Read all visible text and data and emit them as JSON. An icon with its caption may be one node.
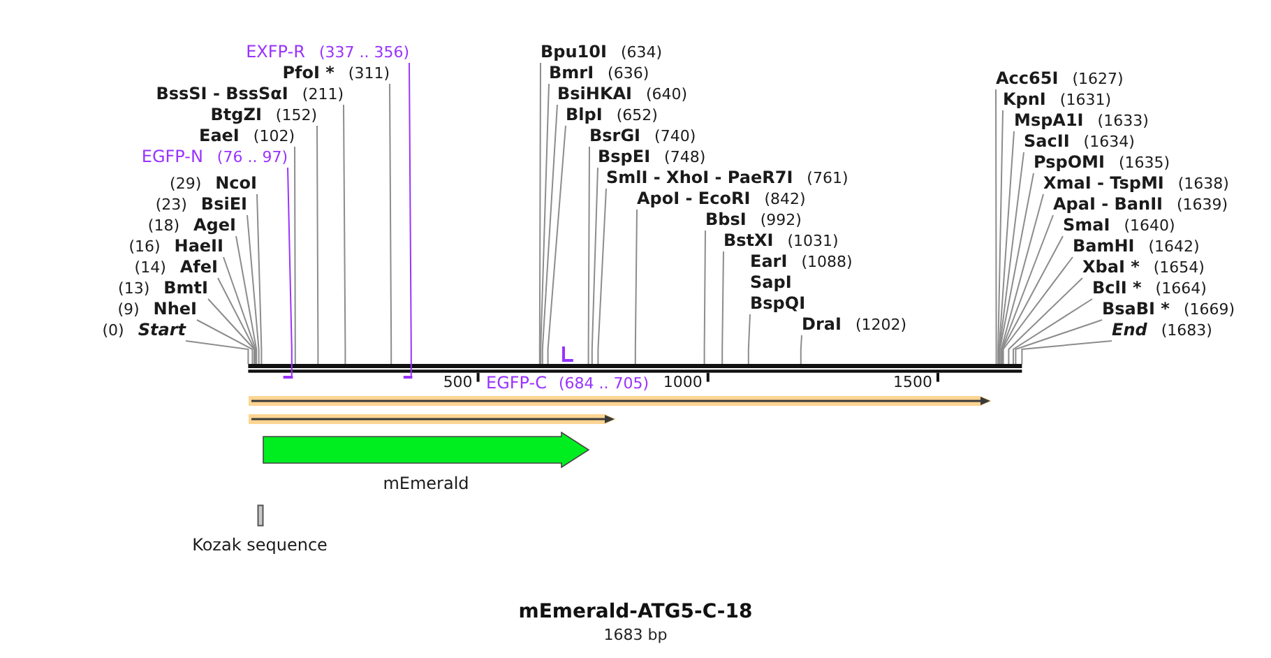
{
  "diagram": {
    "title": "mEmerald-ATG5-C-18",
    "caption": "1683 bp",
    "nodes": [
      {
        "text": [
          "(29)",
          "NcoI"
        ]
      },
      {
        "text": [
          "(23)",
          "BsiEI"
        ]
      },
      {
        "text": [
          "(18)",
          "AgeI"
        ]
      },
      {
        "text": [
          "(16)",
          "HaeII"
        ]
      },
      {
        "text": [
          "(14)",
          "AfeI"
        ]
      },
      {
        "text": [
          "(13)",
          "BmtI"
        ]
      },
      {
        "text": [
          "(9)",
          "NheI"
        ]
      },
      {
        "text": [
          "(0)",
          "Start"
        ]
      },
      {
        "text": [
          "EGFP-N",
          "(76 .. 97)"
        ]
      },
      {
        "text": [
          "EaeI",
          "(102)"
        ]
      },
      {
        "text": [
          "BtgZI",
          "(152)"
        ]
      },
      {
        "text": [
          "BssSI - BssSαI",
          "(211)"
        ]
      },
      {
        "text": [
          "PfoI *",
          "(311)"
        ]
      },
      {
        "text": [
          "EXFP-R",
          "(337 .. 356)"
        ]
      },
      {
        "text": [
          "Bpu10I",
          "(634)"
        ]
      },
      {
        "text": [
          "BmrI",
          "(636)"
        ]
      },
      {
        "text": [
          "BsiHKAI",
          "(640)"
        ]
      },
      {
        "text": [
          "BlpI",
          "(652)"
        ]
      },
      {
        "text": [
          "BsrGI",
          "(740)"
        ]
      },
      {
        "text": [
          "BspEI",
          "(748)"
        ]
      },
      {
        "text": [
          "SmlI - XhoI - PaeR7I",
          "(761)"
        ]
      },
      {
        "text": [
          "ApoI - EcoRI",
          "(842)"
        ]
      },
      {
        "text": [
          "BbsI",
          "(992)"
        ]
      },
      {
        "text": [
          "BstXI",
          "(1031)"
        ]
      },
      {
        "text": [
          "EarI",
          "(1088)",
          "SapI",
          "BspQI"
        ]
      },
      {
        "text": [
          "DraI",
          "(1202)"
        ]
      },
      {
        "text": [
          "Acc65I",
          "(1627)"
        ]
      },
      {
        "text": [
          "KpnI",
          "(1631)"
        ]
      },
      {
        "text": [
          "MspA1I",
          "(1633)"
        ]
      },
      {
        "text": [
          "SacII",
          "(1634)"
        ]
      },
      {
        "text": [
          "PspOMI",
          "(1635)"
        ]
      },
      {
        "text": [
          "XmaI - TspMI",
          "(1638)"
        ]
      },
      {
        "text": [
          "ApaI - BanII",
          "(1639)"
        ]
      },
      {
        "text": [
          "SmaI",
          "(1640)"
        ]
      },
      {
        "text": [
          "BamHI",
          "(1642)"
        ]
      },
      {
        "text": [
          "XbaI *",
          "(1654)"
        ]
      },
      {
        "text": [
          "BclI *",
          "(1664)"
        ]
      },
      {
        "text": [
          "BsaBI *",
          "(1669)"
        ]
      },
      {
        "text": [
          "End",
          "(1683)"
        ]
      },
      {
        "text": [],
        "shape": "bar"
      },
      {
        "text": [],
        "shape": "bar"
      },
      {
        "text": [],
        "shape": "bar"
      },
      {
        "text": [],
        "shape": "bar"
      },
      {
        "text": [],
        "shape": "arrow"
      },
      {
        "text": [],
        "shape": "arrow"
      },
      {
        "text": [
          "mEmerald"
        ]
      },
      {
        "text": [
          "Kozak sequence"
        ]
      }
    ],
    "edges": [
      {
        "from": 0,
        "to": 39,
        "arrow": "none"
      },
      {
        "from": 1,
        "to": 39,
        "arrow": "none"
      },
      {
        "from": 2,
        "to": 39,
        "arrow": "none"
      },
      {
        "from": 3,
        "to": 39,
        "arrow": "none"
      },
      {
        "from": 4,
        "to": 39,
        "arrow": "none"
      },
      {
        "from": 5,
        "to": 39,
        "arrow": "none"
      },
      {
        "from": 6,
        "to": 39,
        "arrow": "none"
      },
      {
        "from": 7,
        "to": 39,
        "arrow": "none"
      },
      {
        "from": 8,
        "to": 40,
        "arrow": "none",
        "color": "#9933ff"
      },
      {
        "from": 9,
        "to": 39,
        "arrow": "none"
      },
      {
        "from": 10,
        "to": 39,
        "arrow": "none"
      },
      {
        "from": 11,
        "to": 39,
        "arrow": "none"
      },
      {
        "from": 12,
        "to": 39,
        "arrow": "none"
      },
      {
        "from": 13,
        "to": 41,
        "arrow": "none",
        "color": "#9933ff"
      },
      {
        "from": 14,
        "to": 39,
        "arrow": "none"
      },
      {
        "from": 15,
        "to": 39,
        "arrow": "none"
      },
      {
        "from": 16,
        "to": 39,
        "arrow": "none"
      },
      {
        "from": 17,
        "to": 39,
        "arrow": "none"
      },
      {
        "from": 18,
        "to": 39,
        "arrow": "none"
      },
      {
        "from": 19,
        "to": 39,
        "arrow": "none"
      },
      {
        "from": 20,
        "to": 39,
        "arrow": "none"
      },
      {
        "from": 21,
        "to": 39,
        "arrow": "none"
      },
      {
        "from": 22,
        "to": 39,
        "arrow": "none"
      },
      {
        "from": 23,
        "to": 39,
        "arrow": "none"
      },
      {
        "from": 24,
        "to": 39,
        "arrow": "none"
      },
      {
        "from": 25,
        "to": 39,
        "arrow": "none"
      },
      {
        "from": 26,
        "to": 39,
        "arrow": "none"
      },
      {
        "from": 27,
        "to": 39,
        "arrow": "none"
      },
      {
        "from": 28,
        "to": 39,
        "arrow": "none"
      },
      {
        "from": 29,
        "to": 39,
        "arrow": "none"
      },
      {
        "from": 30,
        "to": 39,
        "arrow": "none"
      },
      {
        "from": 31,
        "to": 39,
        "arrow": "none"
      },
      {
        "from": 32,
        "to": 39,
        "arrow": "none"
      },
      {
        "from": 33,
        "to": 39,
        "arrow": "none"
      },
      {
        "from": 34,
        "to": 39,
        "arrow": "none"
      },
      {
        "from": 35,
        "to": 39,
        "arrow": "none"
      },
      {
        "from": 36,
        "to": 39,
        "arrow": "none"
      },
      {
        "from": 37,
        "to": 39,
        "arrow": "none"
      },
      {
        "from": 38,
        "to": 39,
        "arrow": "none"
      }
    ],
    "labels": [
      "500",
      "EGFP-C",
      "(684 .. 705)",
      "1000",
      "1500"
    ]
  }
}
